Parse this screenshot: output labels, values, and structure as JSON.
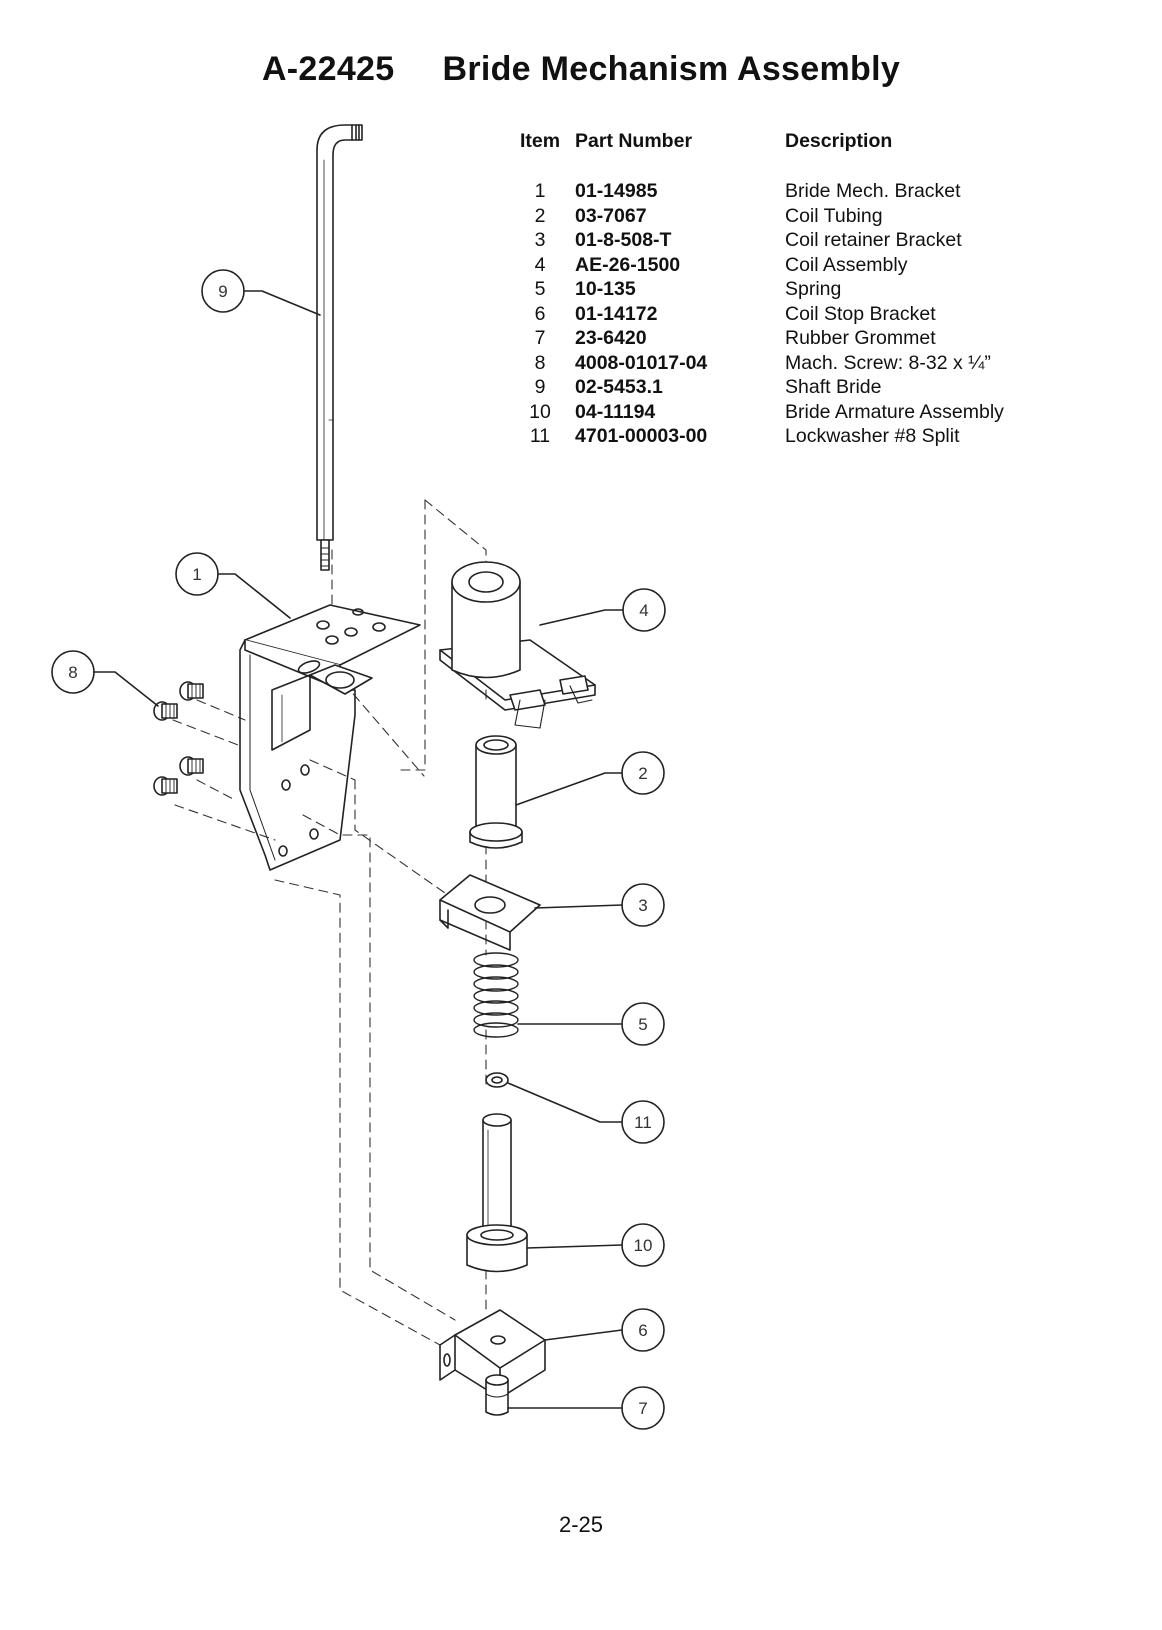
{
  "title": {
    "number": "A-22425",
    "name": "Bride Mechanism Assembly"
  },
  "table": {
    "headers": {
      "item": "Item",
      "part": "Part Number",
      "desc": "Description"
    },
    "rows": [
      {
        "item": "1",
        "part": "01-14985",
        "desc": "Bride Mech. Bracket"
      },
      {
        "item": "2",
        "part": "03-7067",
        "desc": "Coil Tubing"
      },
      {
        "item": "3",
        "part": "01-8-508-T",
        "desc": "Coil retainer Bracket"
      },
      {
        "item": "4",
        "part": "AE-26-1500",
        "desc": "Coil Assembly"
      },
      {
        "item": "5",
        "part": "10-135",
        "desc": "Spring"
      },
      {
        "item": "6",
        "part": "01-14172",
        "desc": "Coil Stop Bracket"
      },
      {
        "item": "7",
        "part": "23-6420",
        "desc": "Rubber Grommet"
      },
      {
        "item": "8",
        "part": "4008-01017-04",
        "desc": "Mach. Screw: 8-32 x ¼”"
      },
      {
        "item": "9",
        "part": "02-5453.1",
        "desc": "Shaft Bride"
      },
      {
        "item": "10",
        "part": "04-11194",
        "desc": "Bride Armature Assembly"
      },
      {
        "item": "11",
        "part": "4701-00003-00",
        "desc": "Lockwasher #8 Split"
      }
    ]
  },
  "callouts": {
    "c1": "1",
    "c2": "2",
    "c3": "3",
    "c4": "4",
    "c5": "5",
    "c6": "6",
    "c7": "7",
    "c8": "8",
    "c9": "9",
    "c10": "10",
    "c11": "11"
  },
  "page_number": "2-25"
}
